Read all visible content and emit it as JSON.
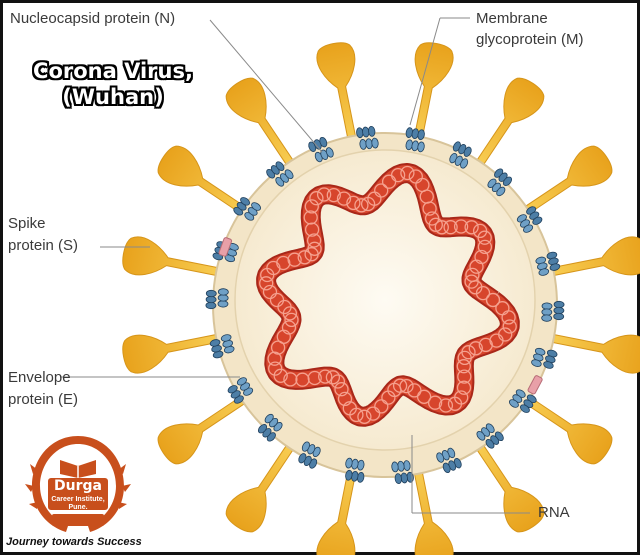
{
  "title": {
    "line1": "Corona Virus,",
    "line2": "(Wuhan)"
  },
  "labels": {
    "nucleocapsid": "Nucleocapsid protein (N)",
    "membrane_line1": "Membrane",
    "membrane_line2": "glycoprotein (M)",
    "spike_line1": "Spike",
    "spike_line2": "protein (S)",
    "envelope_line1": "Envelope",
    "envelope_line2": "protein (E)",
    "rna": "RNA"
  },
  "logo": {
    "brand": "Durga",
    "institute_line1": "Career Institute,",
    "institute_line2": "Pune.",
    "tagline": "Journey towards Success"
  },
  "colors": {
    "spike": "#f2b429",
    "envelope_ring": "#f3e5c7",
    "core": "#fbf4e2",
    "rna": "#d7452c",
    "membrane_protein": "#4d7ea6",
    "envelope_protein": "#e8a0a8",
    "logo": "#c84f1c"
  }
}
